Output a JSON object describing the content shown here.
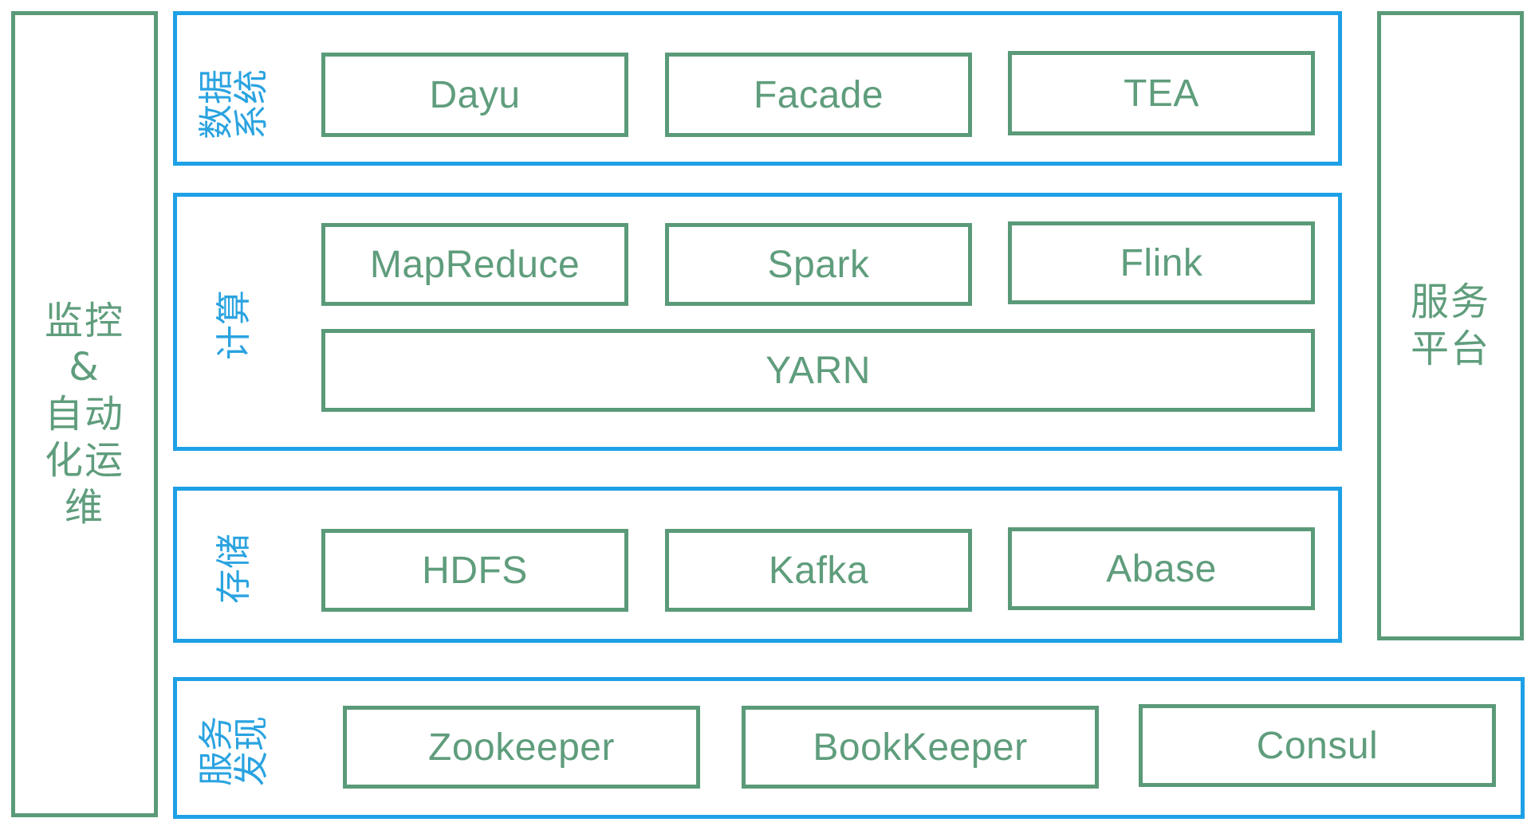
{
  "left_column": {
    "label": "监控\n&\n自动\n化运\n维"
  },
  "right_column": {
    "label": "服务\n平台"
  },
  "layers": {
    "data_system": {
      "label": "数据\n系统",
      "components": [
        "Dayu",
        "Facade",
        "TEA"
      ]
    },
    "compute": {
      "label": "计算",
      "components": [
        "MapReduce",
        "Spark",
        "Flink"
      ],
      "base": "YARN"
    },
    "storage": {
      "label": "存储",
      "components": [
        "HDFS",
        "Kafka",
        "Abase"
      ]
    },
    "discovery": {
      "label": "服务\n发现",
      "components": [
        "Zookeeper",
        "BookKeeper",
        "Consul"
      ]
    }
  },
  "colors": {
    "layer_border": "#1ea0e6",
    "component_border": "#5a9a78",
    "component_text": "#5f9d7c",
    "layer_label": "#2aa3e0"
  }
}
